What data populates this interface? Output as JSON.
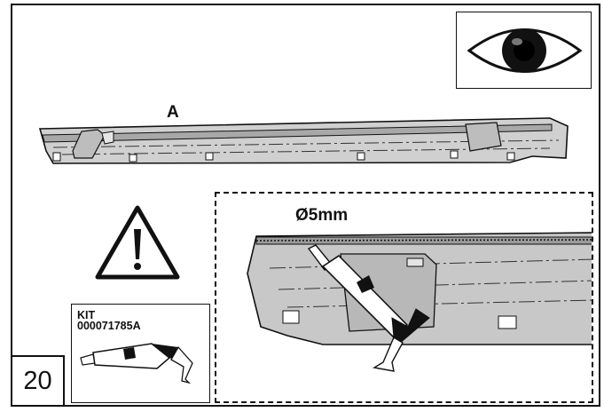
{
  "step": {
    "number": "20"
  },
  "part": {
    "label": "A"
  },
  "detail": {
    "diameter_label": "Ø5mm"
  },
  "kit": {
    "title": "KIT",
    "code": "000071785A"
  },
  "icons": {
    "eye": "eye-icon",
    "warning": "warning-triangle-icon",
    "glue_tube": "glue-tube-icon"
  },
  "colors": {
    "line": "#111111",
    "part_fill": "#c8c8c8",
    "part_dark": "#9a9a9a"
  }
}
